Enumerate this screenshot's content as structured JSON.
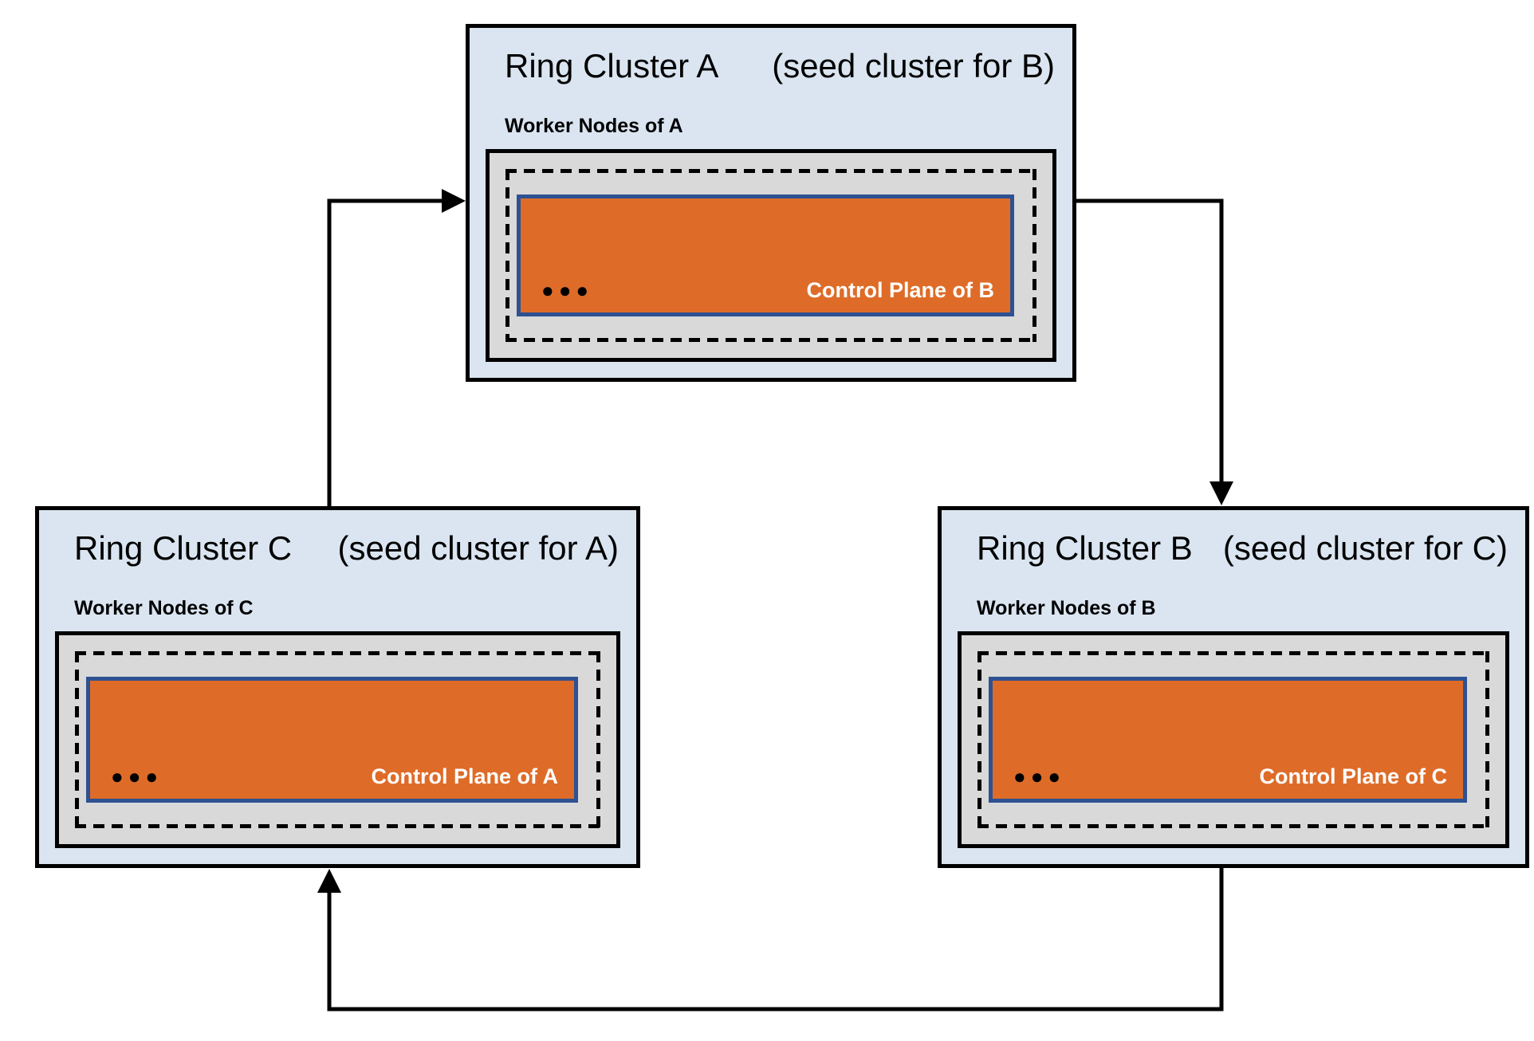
{
  "diagram": {
    "clusters": [
      {
        "id": "cluster-a",
        "title": "Ring Cluster A",
        "seed_note": "(seed cluster for B)",
        "worker_label": "Worker Nodes of A",
        "dots": "●●●",
        "control_plane_label": "Control Plane of B"
      },
      {
        "id": "cluster-c",
        "title": "Ring Cluster C",
        "seed_note": "(seed cluster for A)",
        "worker_label": "Worker Nodes of C",
        "dots": "●●●",
        "control_plane_label": "Control Plane of A"
      },
      {
        "id": "cluster-b",
        "title": "Ring Cluster B",
        "seed_note": "(seed cluster for C)",
        "worker_label": "Worker Nodes of B",
        "dots": "●●●",
        "control_plane_label": "Control Plane of C"
      }
    ],
    "connections": [
      {
        "from": "Ring Cluster C",
        "to": "Ring Cluster A"
      },
      {
        "from": "Ring Cluster A",
        "to": "Ring Cluster B"
      },
      {
        "from": "Ring Cluster B",
        "to": "Ring Cluster C"
      }
    ],
    "colors": {
      "cluster_fill": "#DAE5F1",
      "worker_box_fill": "#D9D9D9",
      "control_plane_fill": "#DE6C28",
      "control_plane_border": "#2E5192",
      "line": "#000000",
      "control_text": "#FFFFFF"
    }
  }
}
